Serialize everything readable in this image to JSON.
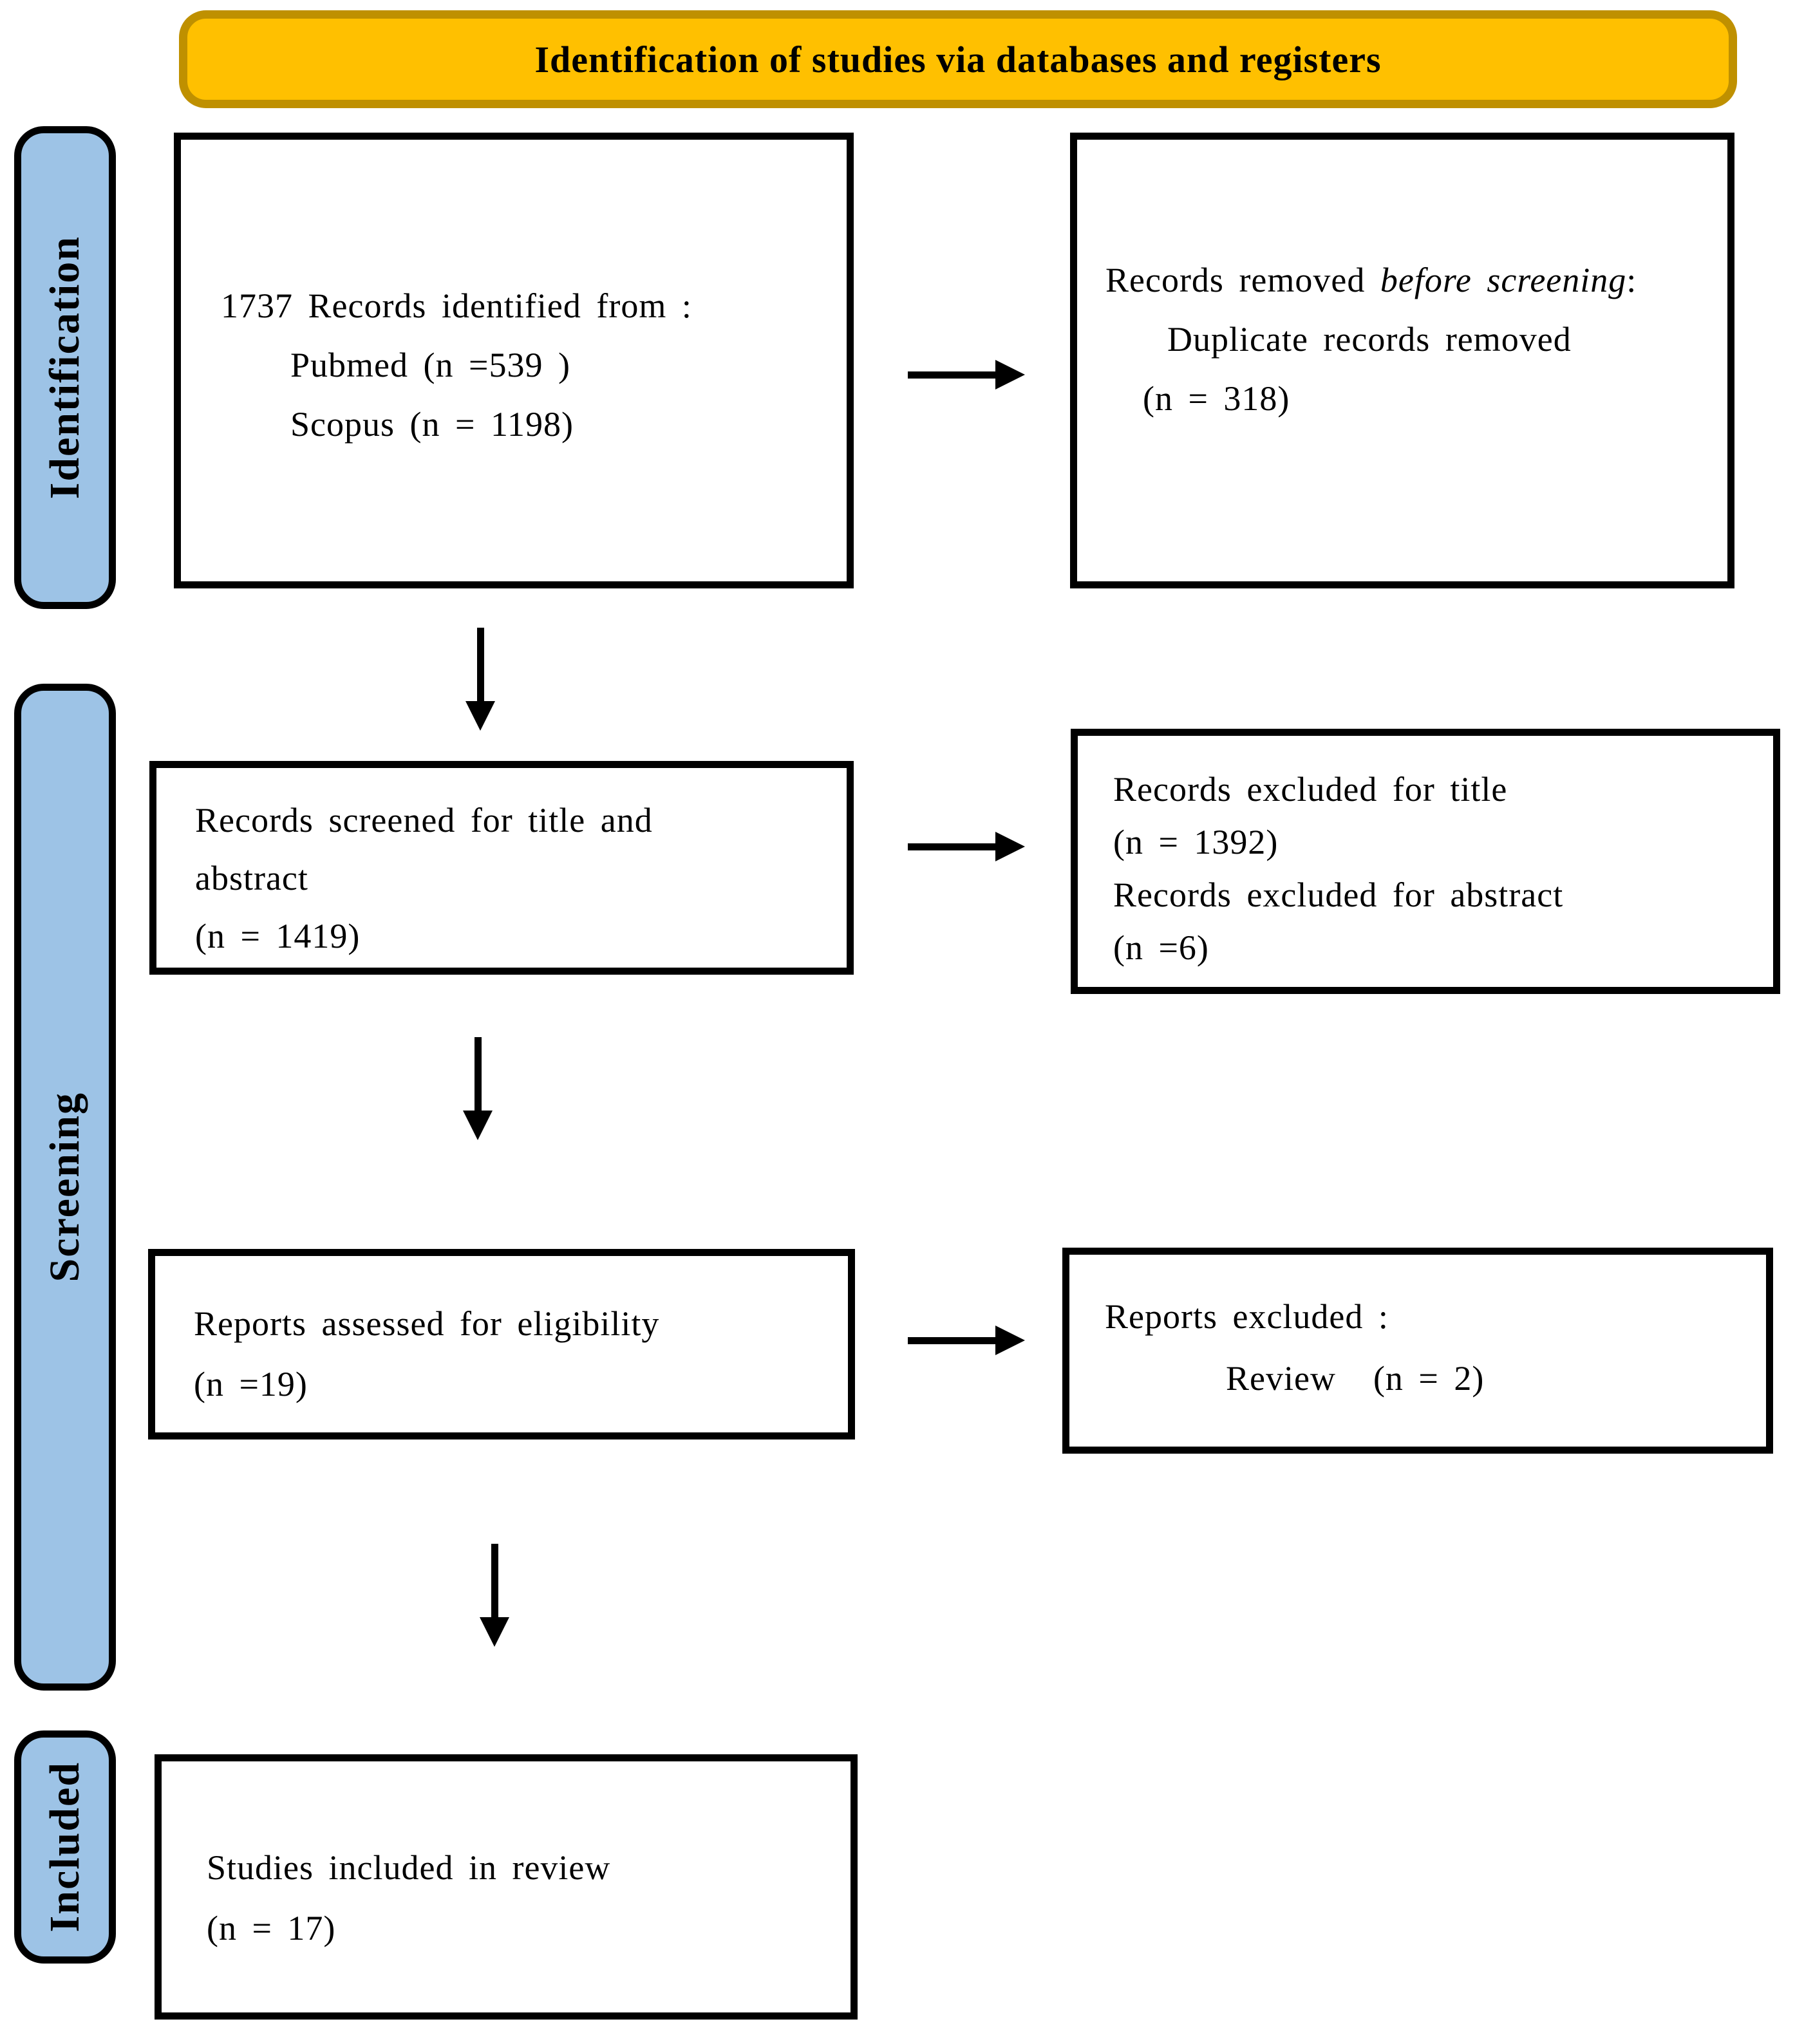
{
  "colors": {
    "banner-bg": "#FFC000",
    "banner-border": "#BF9000",
    "sidebar-fill": "#9DC3E6",
    "line-color": "#000000"
  },
  "banner": {
    "title": "Identification of studies via databases and registers"
  },
  "sidebar": {
    "items": [
      {
        "label": "Identification"
      },
      {
        "label": "Screening"
      },
      {
        "label": "Included"
      }
    ]
  },
  "boxes": {
    "identified": {
      "line1": "1737 Records identified from :",
      "line2": "Pubmed (n =539 )",
      "line3": "Scopus (n = 1198)"
    },
    "removed": {
      "line1_pre": "Records removed ",
      "line1_italic": "before screening",
      "line1_colon": ":",
      "line2": "Duplicate records removed",
      "line3": "(n = 318)"
    },
    "screened": {
      "line1": "Records screened for title and",
      "line2": "abstract",
      "line3": "(n = 1419)"
    },
    "excluded_title": {
      "line1": "Records excluded for title",
      "line2": "(n = 1392)",
      "line3": "Records excluded for abstract",
      "line4": "(n =6)"
    },
    "eligibility": {
      "line1": "Reports assessed for eligibility",
      "line2": "(n =19)"
    },
    "reports_excluded": {
      "line1": "Reports excluded :",
      "line2_label": "Review",
      "line2_value": "(n = 2)"
    },
    "included_review": {
      "line1": "Studies included in review",
      "line2": "(n = 17)"
    }
  }
}
